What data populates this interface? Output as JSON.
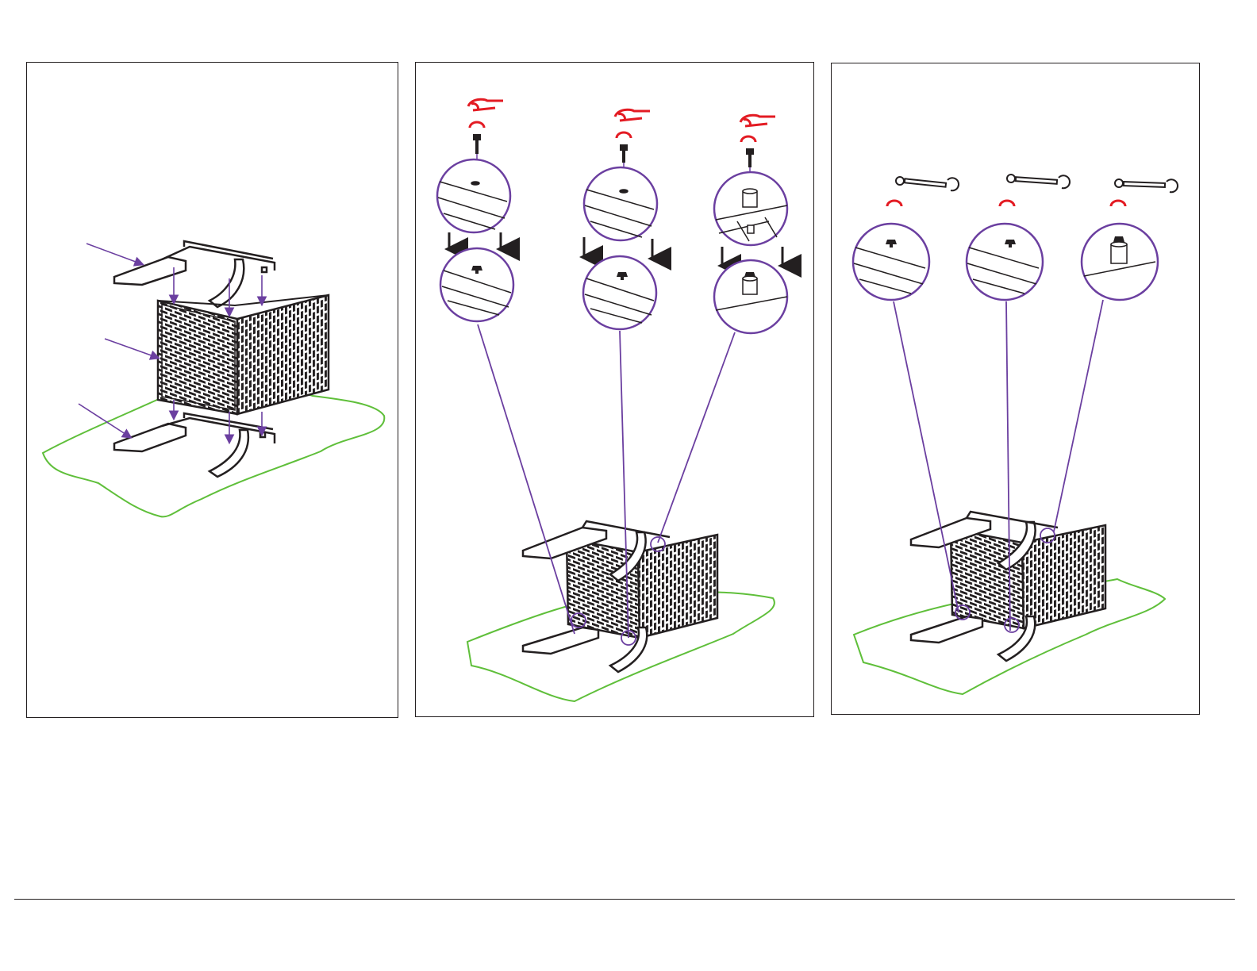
{
  "colors": {
    "outline": "#231f20",
    "callout": "#6b3fa0",
    "turn_symbol": "#e31b23",
    "mat": "#5fbf3a",
    "weave": "#231f20"
  },
  "steps": [
    {
      "id": "step-1",
      "icons": [
        "pointer-arrow-icon",
        "frame-icon",
        "seat-icon"
      ]
    },
    {
      "id": "step-2",
      "icons": [
        "hand-tighten-icon",
        "rotate-clockwise-icon",
        "bolt-icon",
        "magnifier-callout-icon"
      ]
    },
    {
      "id": "step-3",
      "icons": [
        "wrench-icon",
        "rotate-clockwise-icon",
        "magnifier-callout-icon"
      ]
    }
  ]
}
